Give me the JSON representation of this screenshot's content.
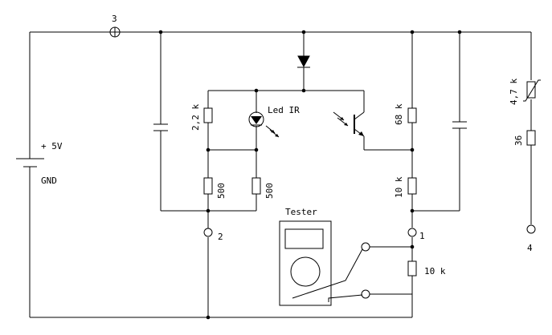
{
  "labels": {
    "node3": "3",
    "supply": "+ 5V",
    "gnd": "GND",
    "r22k": "2,2 k",
    "led": "Led IR",
    "r500a": "500",
    "r500b": "500",
    "node2": "2",
    "r68k": "68 k",
    "r10k_top": "10 k",
    "node1": "1",
    "r10k_bottom": "10 k",
    "tester": "Tester",
    "r47k": "4,7 k",
    "r36": "36",
    "node4": "4"
  }
}
